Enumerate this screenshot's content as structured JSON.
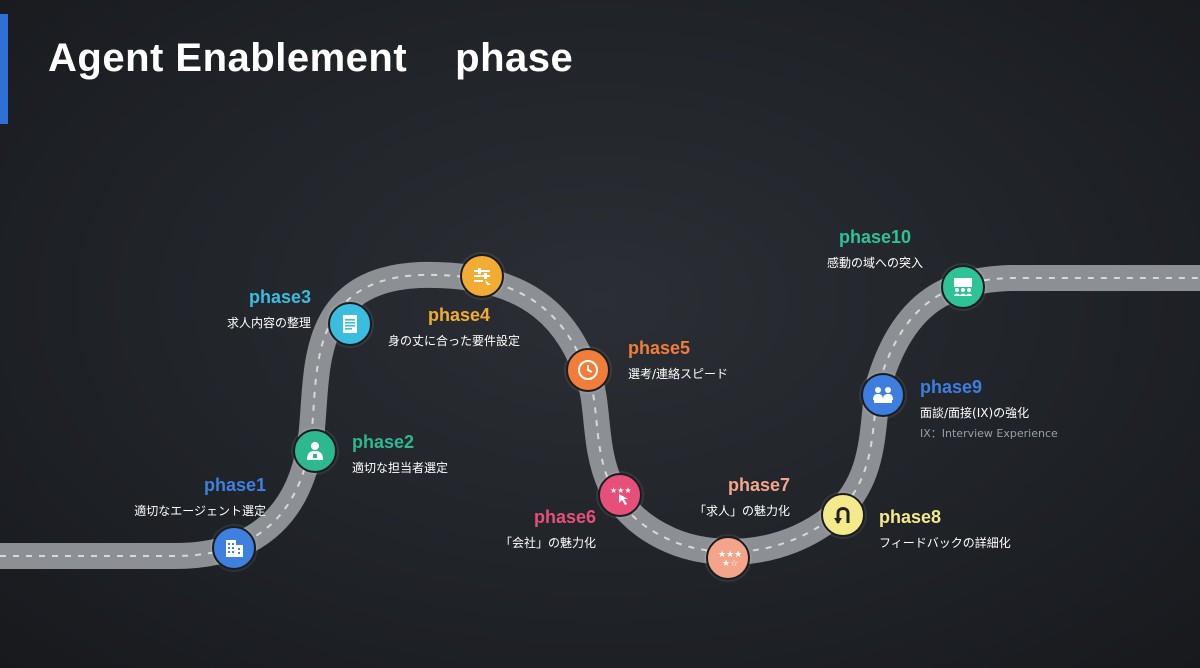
{
  "title": {
    "main": "Agent Enablement",
    "sub": "phase"
  },
  "colors": {
    "accent": "#2f6fd6",
    "road": "#8c8f93",
    "road_dash": "#d8d8d8"
  },
  "phases": [
    {
      "name": "phase1",
      "desc": "適切なエージェント選定",
      "color": "#3f7fe0",
      "icon": "building-icon"
    },
    {
      "name": "phase2",
      "desc": "適切な担当者選定",
      "color": "#2db891",
      "icon": "person-icon"
    },
    {
      "name": "phase3",
      "desc": "求人内容の整理",
      "color": "#3bbde0",
      "icon": "document-icon"
    },
    {
      "name": "phase4",
      "desc": "身の丈に合った要件設定",
      "color": "#f2ac33",
      "icon": "sliders-icon"
    },
    {
      "name": "phase5",
      "desc": "選考/連絡スピード",
      "color": "#f07d3a",
      "icon": "clock-icon"
    },
    {
      "name": "phase6",
      "desc": "「会社」の魅力化",
      "color": "#e54f79",
      "icon": "tap-stars-icon"
    },
    {
      "name": "phase7",
      "desc": "「求人」の魅力化",
      "color": "#f3a48a",
      "icon": "stars-icon"
    },
    {
      "name": "phase8",
      "desc": "フィードバックの詳細化",
      "color": "#f4ea8c",
      "icon": "u-turn-icon"
    },
    {
      "name": "phase9",
      "desc": "面談/面接(IX)の強化",
      "note": "IX：Interview Experience",
      "color": "#3d7ee0",
      "icon": "meeting-icon"
    },
    {
      "name": "phase10",
      "desc": "感動の域への突入",
      "color": "#2ec296",
      "icon": "team-icon"
    }
  ]
}
